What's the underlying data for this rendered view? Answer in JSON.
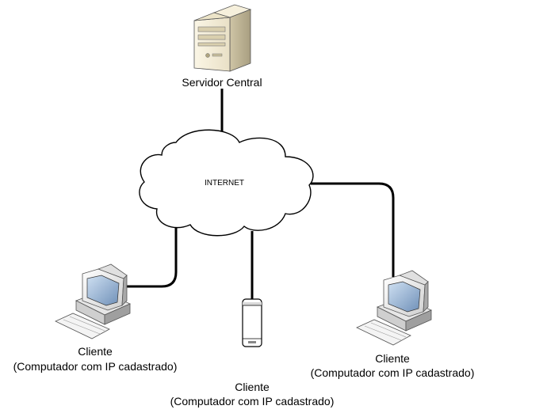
{
  "server": {
    "label": "Servidor Central"
  },
  "cloud": {
    "label": "INTERNET"
  },
  "clients": [
    {
      "name": "Cliente",
      "detail": "(Computador com IP cadastrado)"
    },
    {
      "name": "Cliente",
      "detail": "(Computador com IP cadastrado)"
    },
    {
      "name": "Cliente",
      "detail": "(Computador com IP cadastrado)"
    }
  ],
  "colors": {
    "line": "#000000",
    "device_light": "#f2f2f2",
    "device_mid": "#d6d6d6",
    "device_dark": "#9a9a9a",
    "screen": "#3a6aa8"
  }
}
